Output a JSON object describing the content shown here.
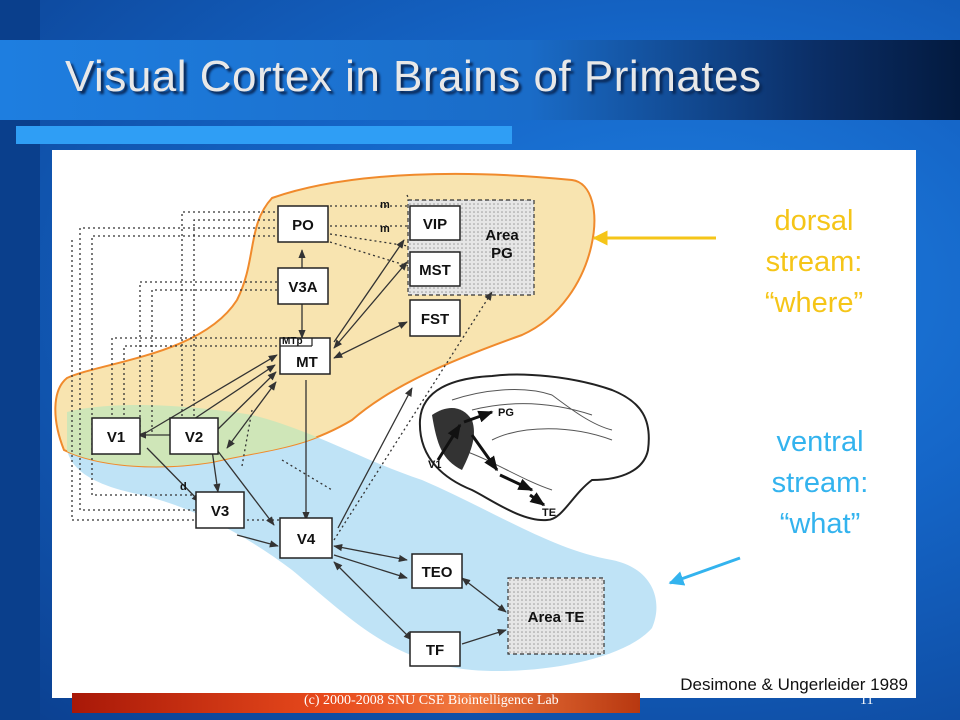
{
  "slide": {
    "title": "Visual Cortex in Brains of Primates",
    "footer_text": "(c) 2000-2008 SNU CSE  Biointelligence Lab",
    "page_number": "11"
  },
  "diagram": {
    "areas": {
      "po": "PO",
      "v3a": "V3A",
      "mtp": "MTp",
      "mt": "MT",
      "vip": "VIP",
      "mst": "MST",
      "fst": "FST",
      "area_pg": "Area\nPG",
      "v1": "V1",
      "v2": "V2",
      "v3": "V3",
      "v4": "V4",
      "teo": "TEO",
      "area_te": "Area TE",
      "tf": "TF"
    },
    "connection_labels": {
      "m_upper": "m",
      "m_lower": "m",
      "d": "d"
    },
    "brain_labels": {
      "v1": "V1",
      "pg": "PG",
      "te": "TE"
    },
    "dorsal_label": [
      "dorsal",
      "stream:",
      "“where”"
    ],
    "ventral_label": [
      "ventral",
      "stream:",
      "“what”"
    ],
    "citation": "Desimone & Ungerleider 1989",
    "colors": {
      "dorsal_fill": "#f8e4b0",
      "dorsal_outline": "#f08a2c",
      "ventral_fill": "#bfe3f6",
      "overlap_fill": "#cfe6b8",
      "dorsal_text": "#f5c518",
      "ventral_text": "#33b3ee"
    }
  }
}
